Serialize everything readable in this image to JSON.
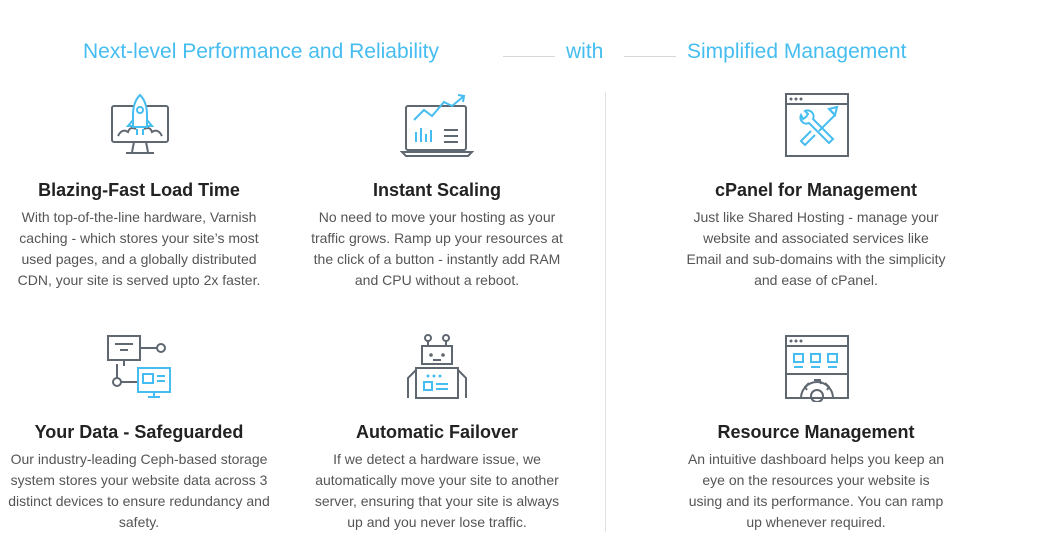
{
  "header": {
    "left": "Next-level Performance and Reliability",
    "middle": "with",
    "right": "Simplified Management"
  },
  "colors": {
    "accent": "#45bdf0",
    "icon_gray": "#5f6770",
    "title": "#222222",
    "text": "#555555"
  },
  "features": [
    {
      "icon": "rocket-monitor-icon",
      "title": "Blazing-Fast Load Time",
      "desc": "With top-of-the-line hardware, Varnish caching - which stores your site’s most used pages, and a globally distributed CDN, your site is served upto 2x faster."
    },
    {
      "icon": "laptop-chart-icon",
      "title": "Instant Scaling",
      "desc": "No need to move your hosting as your traffic grows. Ramp up your resources at the click of a button - instantly add RAM and CPU without a reboot."
    },
    {
      "icon": "tools-window-icon",
      "title": "cPanel for Management",
      "desc": "Just like Shared Hosting - manage your website and associated services like Email and sub-domains with the simplicity and ease of cPanel."
    },
    {
      "icon": "network-devices-icon",
      "title": "Your Data - Safeguarded",
      "desc": "Our industry-leading Ceph-based storage system stores your website data across 3 distinct devices to ensure redundancy and safety."
    },
    {
      "icon": "robot-icon",
      "title": "Automatic Failover",
      "desc": "If we detect a hardware issue, we automatically move your site to another server, ensuring that your site is always up and you never lose traffic."
    },
    {
      "icon": "dashboard-gear-icon",
      "title": "Resource Management",
      "desc": "An intuitive dashboard helps you keep an eye on the resources your website is using and its performance. You can ramp up whenever required."
    }
  ]
}
